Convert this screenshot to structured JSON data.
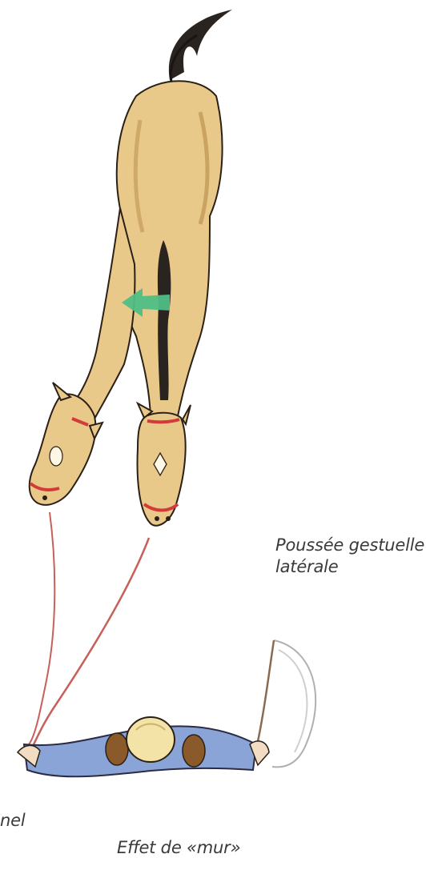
{
  "captions": {
    "lateral_push_line1": "Poussée gestuelle",
    "lateral_push_line2": "latérale",
    "wall_effect": "Effet de «mur»",
    "partial_left": "nel"
  },
  "colors": {
    "horse_coat": "#e9c98a",
    "horse_shadow": "#b58a46",
    "mane_tail": "#2a2420",
    "halter": "#d43a3a",
    "lead_rope": "#c8605a",
    "arrow": "#4fbf86",
    "jacket": "#8aa4d8",
    "hair": "#f3e3a6",
    "boots": "#8b5a2b"
  }
}
